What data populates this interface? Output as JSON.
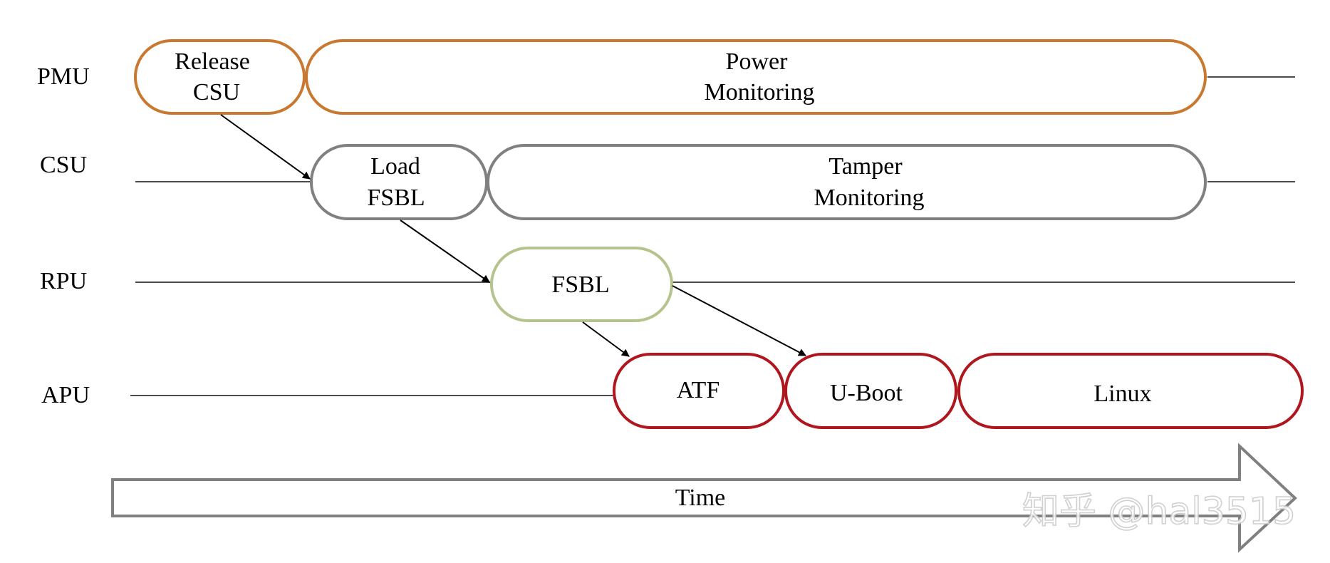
{
  "lanes": {
    "pmu": "PMU",
    "csu": "CSU",
    "rpu": "RPU",
    "apu": "APU"
  },
  "boxes": {
    "release_csu": [
      "Release",
      "CSU"
    ],
    "power_monitoring": [
      "Power",
      "Monitoring"
    ],
    "load_fsbl": [
      "Load",
      "FSBL"
    ],
    "tamper_monitoring": [
      "Tamper",
      "Monitoring"
    ],
    "fsbl": "FSBL",
    "atf": "ATF",
    "uboot": "U-Boot",
    "linux": "Linux"
  },
  "time_label": "Time",
  "watermark": "知乎 @hal3515",
  "colors": {
    "pmu": "#C8782F",
    "csu": "#808080",
    "rpu": "#B5C48C",
    "apu": "#B0161E",
    "arrow": "#000000",
    "time_arrow": "#808080"
  }
}
